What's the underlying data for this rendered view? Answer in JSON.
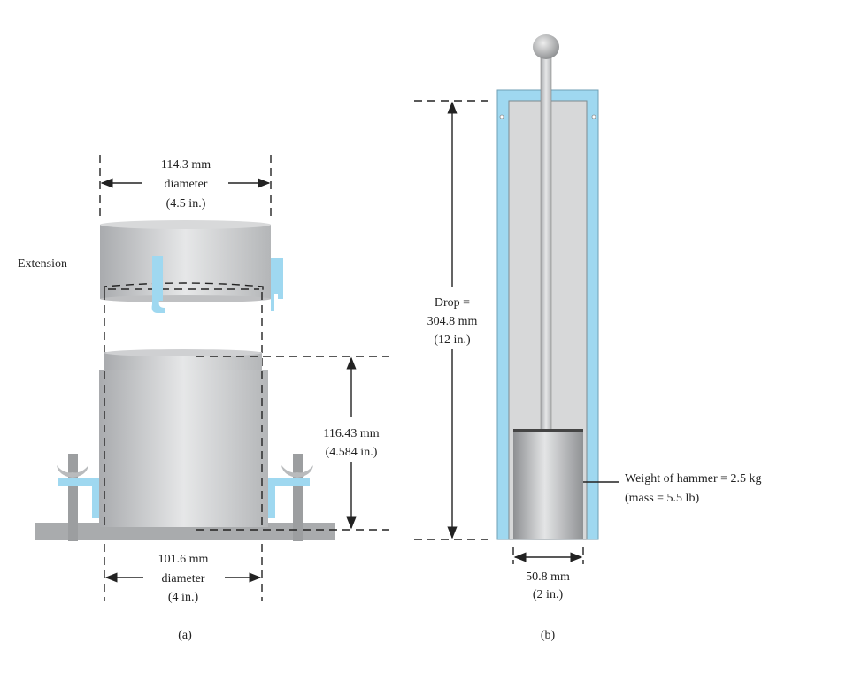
{
  "part_a": {
    "extension_label": "Extension",
    "top_diameter": [
      "114.3 mm",
      "diameter",
      "(4.5 in.)"
    ],
    "height": [
      "116.43 mm",
      "(4.584 in.)"
    ],
    "bottom_diameter": [
      "101.6 mm",
      "diameter",
      "(4 in.)"
    ],
    "caption": "(a)"
  },
  "part_b": {
    "drop": [
      "Drop =",
      "304.8 mm",
      "(12 in.)"
    ],
    "weight": [
      "Weight of hammer = 2.5 kg",
      "(mass = 5.5 lb)"
    ],
    "hammer_diameter": [
      "50.8 mm",
      "(2 in.)"
    ],
    "caption": "(b)"
  },
  "colors": {
    "blue": "#9fd8f0",
    "metal": "#c8c9cb"
  }
}
